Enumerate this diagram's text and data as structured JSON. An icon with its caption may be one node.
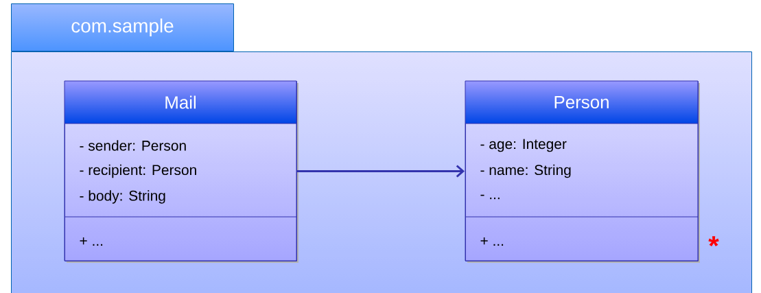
{
  "diagram": {
    "nodes": [
      {
        "text": [
          "com.sample"
        ]
      },
      {
        "text": [
          "Mail",
          "- sender: Person",
          "- recipient: Person",
          "- body: String",
          "+ ..."
        ],
        "in": 0
      },
      {
        "text": [
          "Person",
          "- age: Integer",
          "- name: String",
          "- ...",
          "+ ..."
        ],
        "in": 0,
        "beside": [
          "*"
        ]
      }
    ],
    "edges": [
      {
        "from": 1,
        "to": 2,
        "arrow": "to"
      }
    ]
  }
}
